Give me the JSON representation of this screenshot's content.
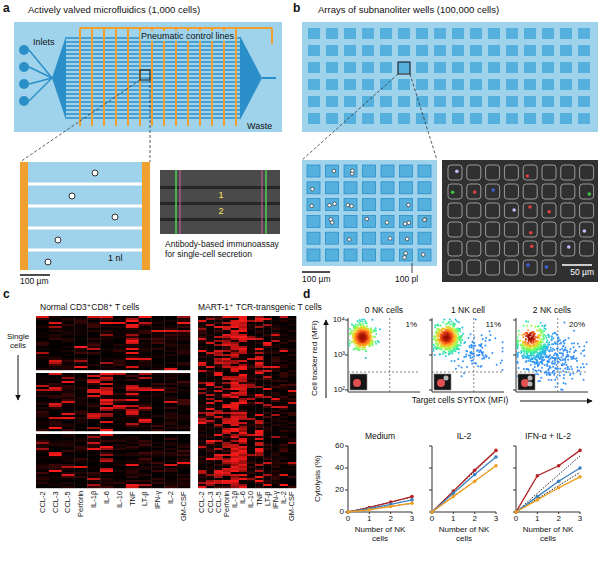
{
  "diagram": {
    "labels": [
      "a",
      "Actively valved microfluidics (1,000 cells)",
      "Inlets",
      "Pneumatic control lines",
      "Waste",
      "1",
      "2",
      "Antibody-based immunoassay for single-cell secretion",
      "1 nl",
      "100 µm",
      "b",
      "Arrays of subnanoliter wells (100,000 cells)",
      "100 µm",
      "100 pl",
      "50 µm",
      "c",
      "Normal CD3⁺CD8⁺ T cells",
      "MART-1⁺ TCR-transgenic T cells",
      "Single cells",
      "CCL-2",
      "CCL-3",
      "CCL-5",
      "Perforin",
      "IL-1β",
      "IL-6",
      "IL-10",
      "TNF",
      "LT-β",
      "IFN-γ",
      "IL-2",
      "GM-CSF",
      "CCL-2",
      "CCL-3",
      "CCL-5",
      "Perforin",
      "IL-1β",
      "IL-6",
      "IL-10",
      "TNF",
      "LT-β",
      "IFN-γ",
      "IL-2",
      "GM-CSF",
      "d",
      "0 NK cells",
      "1 NK cell",
      "2 NK cells",
      "1%",
      "11%",
      "20%",
      "Cell tracker red (MFI)",
      "10⁴",
      "10³",
      "10²",
      "Target cells SYTOX (MFI)",
      "Cytolysis (%)",
      "60",
      "40",
      "20",
      "0",
      "Medium",
      "IL-2",
      "IFN-α + IL-2",
      "0",
      "1",
      "2",
      "3",
      "0",
      "1",
      "2",
      "3",
      "0",
      "1",
      "2",
      "3",
      "Number of NK cells",
      "Number of NK cells",
      "Number of NK cells"
    ]
  }
}
